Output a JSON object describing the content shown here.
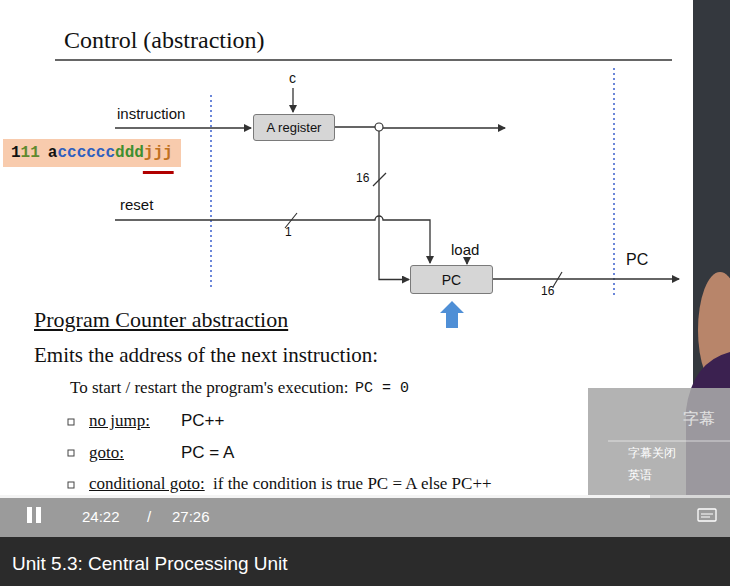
{
  "diagram": {
    "title": "Control (abstraction)",
    "nodes": [
      {
        "text": [
          "1",
          "11",
          "a",
          "cccccc",
          "ddd",
          "jjj"
        ]
      },
      {
        "text": [
          "A register"
        ]
      },
      {
        "text": [
          "PC"
        ]
      }
    ],
    "edges": [
      {
        "from": 1,
        "to": 2,
        "arrow": "to"
      }
    ],
    "labels": [
      "c",
      "instruction",
      "16",
      "reset",
      "1",
      "load",
      "PC",
      "16",
      "Program Counter abstraction",
      "Emits the address of the next instruction:",
      "To start / restart the program's execution:",
      "PC = 0",
      "no jump:",
      "PC++",
      "goto:",
      "PC = A",
      "conditional goto:",
      "if the condition is true PC = A else PC++",
      "字幕",
      "字幕关闭",
      "英语",
      "24:22",
      "/",
      "27:26",
      "Unit 5.3: Central Processing Unit"
    ]
  }
}
